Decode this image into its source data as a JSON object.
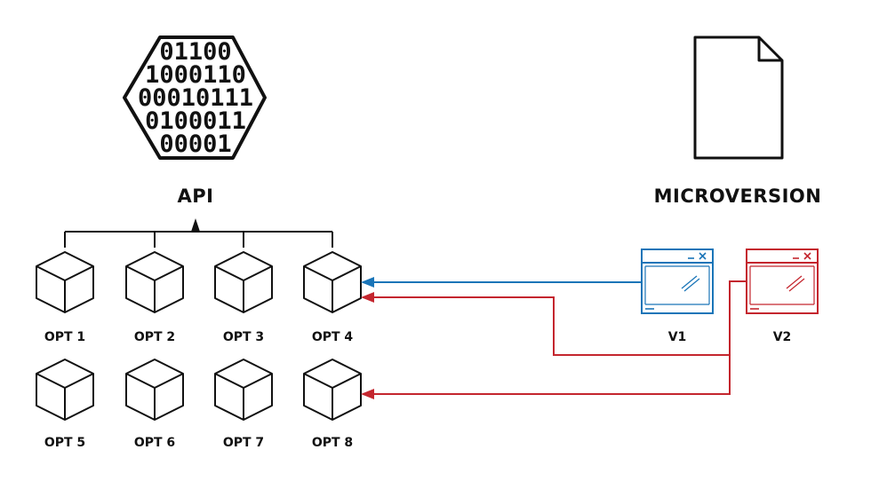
{
  "api": {
    "label": "API",
    "binary_rows": [
      "01100",
      "1000110",
      "00010111",
      "0100011",
      "00001"
    ]
  },
  "microversion": {
    "label": "MICROVERSION"
  },
  "options": [
    {
      "label": "OPT 1"
    },
    {
      "label": "OPT 2"
    },
    {
      "label": "OPT 3"
    },
    {
      "label": "OPT 4"
    },
    {
      "label": "OPT 5"
    },
    {
      "label": "OPT 6"
    },
    {
      "label": "OPT 7"
    },
    {
      "label": "OPT 8"
    }
  ],
  "versions": [
    {
      "label": "V1",
      "color": "#1a75b8"
    },
    {
      "label": "V2",
      "color": "#c4262e"
    }
  ],
  "colors": {
    "stroke": "#111111",
    "v1": "#1a75b8",
    "v2": "#c4262e"
  }
}
